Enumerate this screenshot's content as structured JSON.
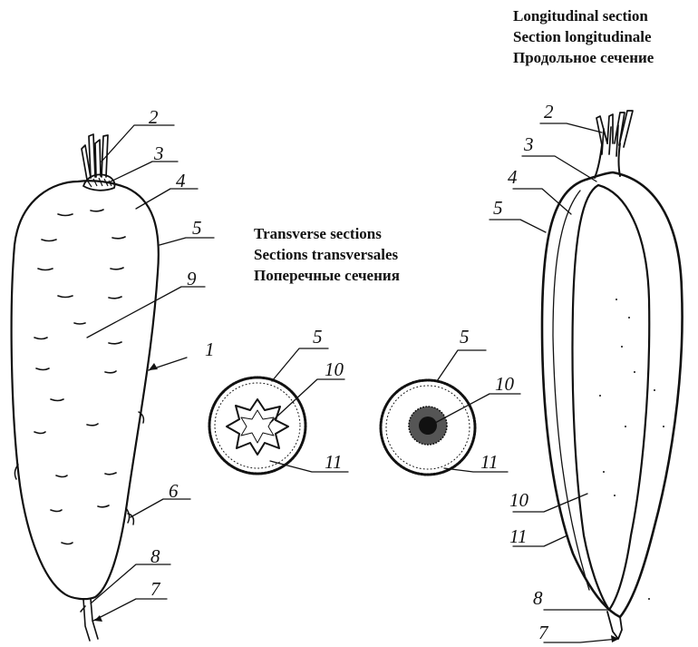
{
  "longitudinal_title": {
    "en": "Longitudinal section",
    "fr": "Section longitudinale",
    "ru": "Продольное сечение"
  },
  "transverse_title": {
    "en": "Transverse sections",
    "fr": "Sections transversales",
    "ru": "Поперечные сечения"
  },
  "whole_root_labels": [
    "2",
    "3",
    "4",
    "5",
    "9",
    "1",
    "6",
    "8",
    "7"
  ],
  "cross_section_left_labels": [
    "5",
    "10",
    "11"
  ],
  "cross_section_right_labels": [
    "5",
    "10",
    "11"
  ],
  "longitudinal_labels": [
    "2",
    "3",
    "4",
    "5",
    "10",
    "11",
    "8",
    "7"
  ]
}
